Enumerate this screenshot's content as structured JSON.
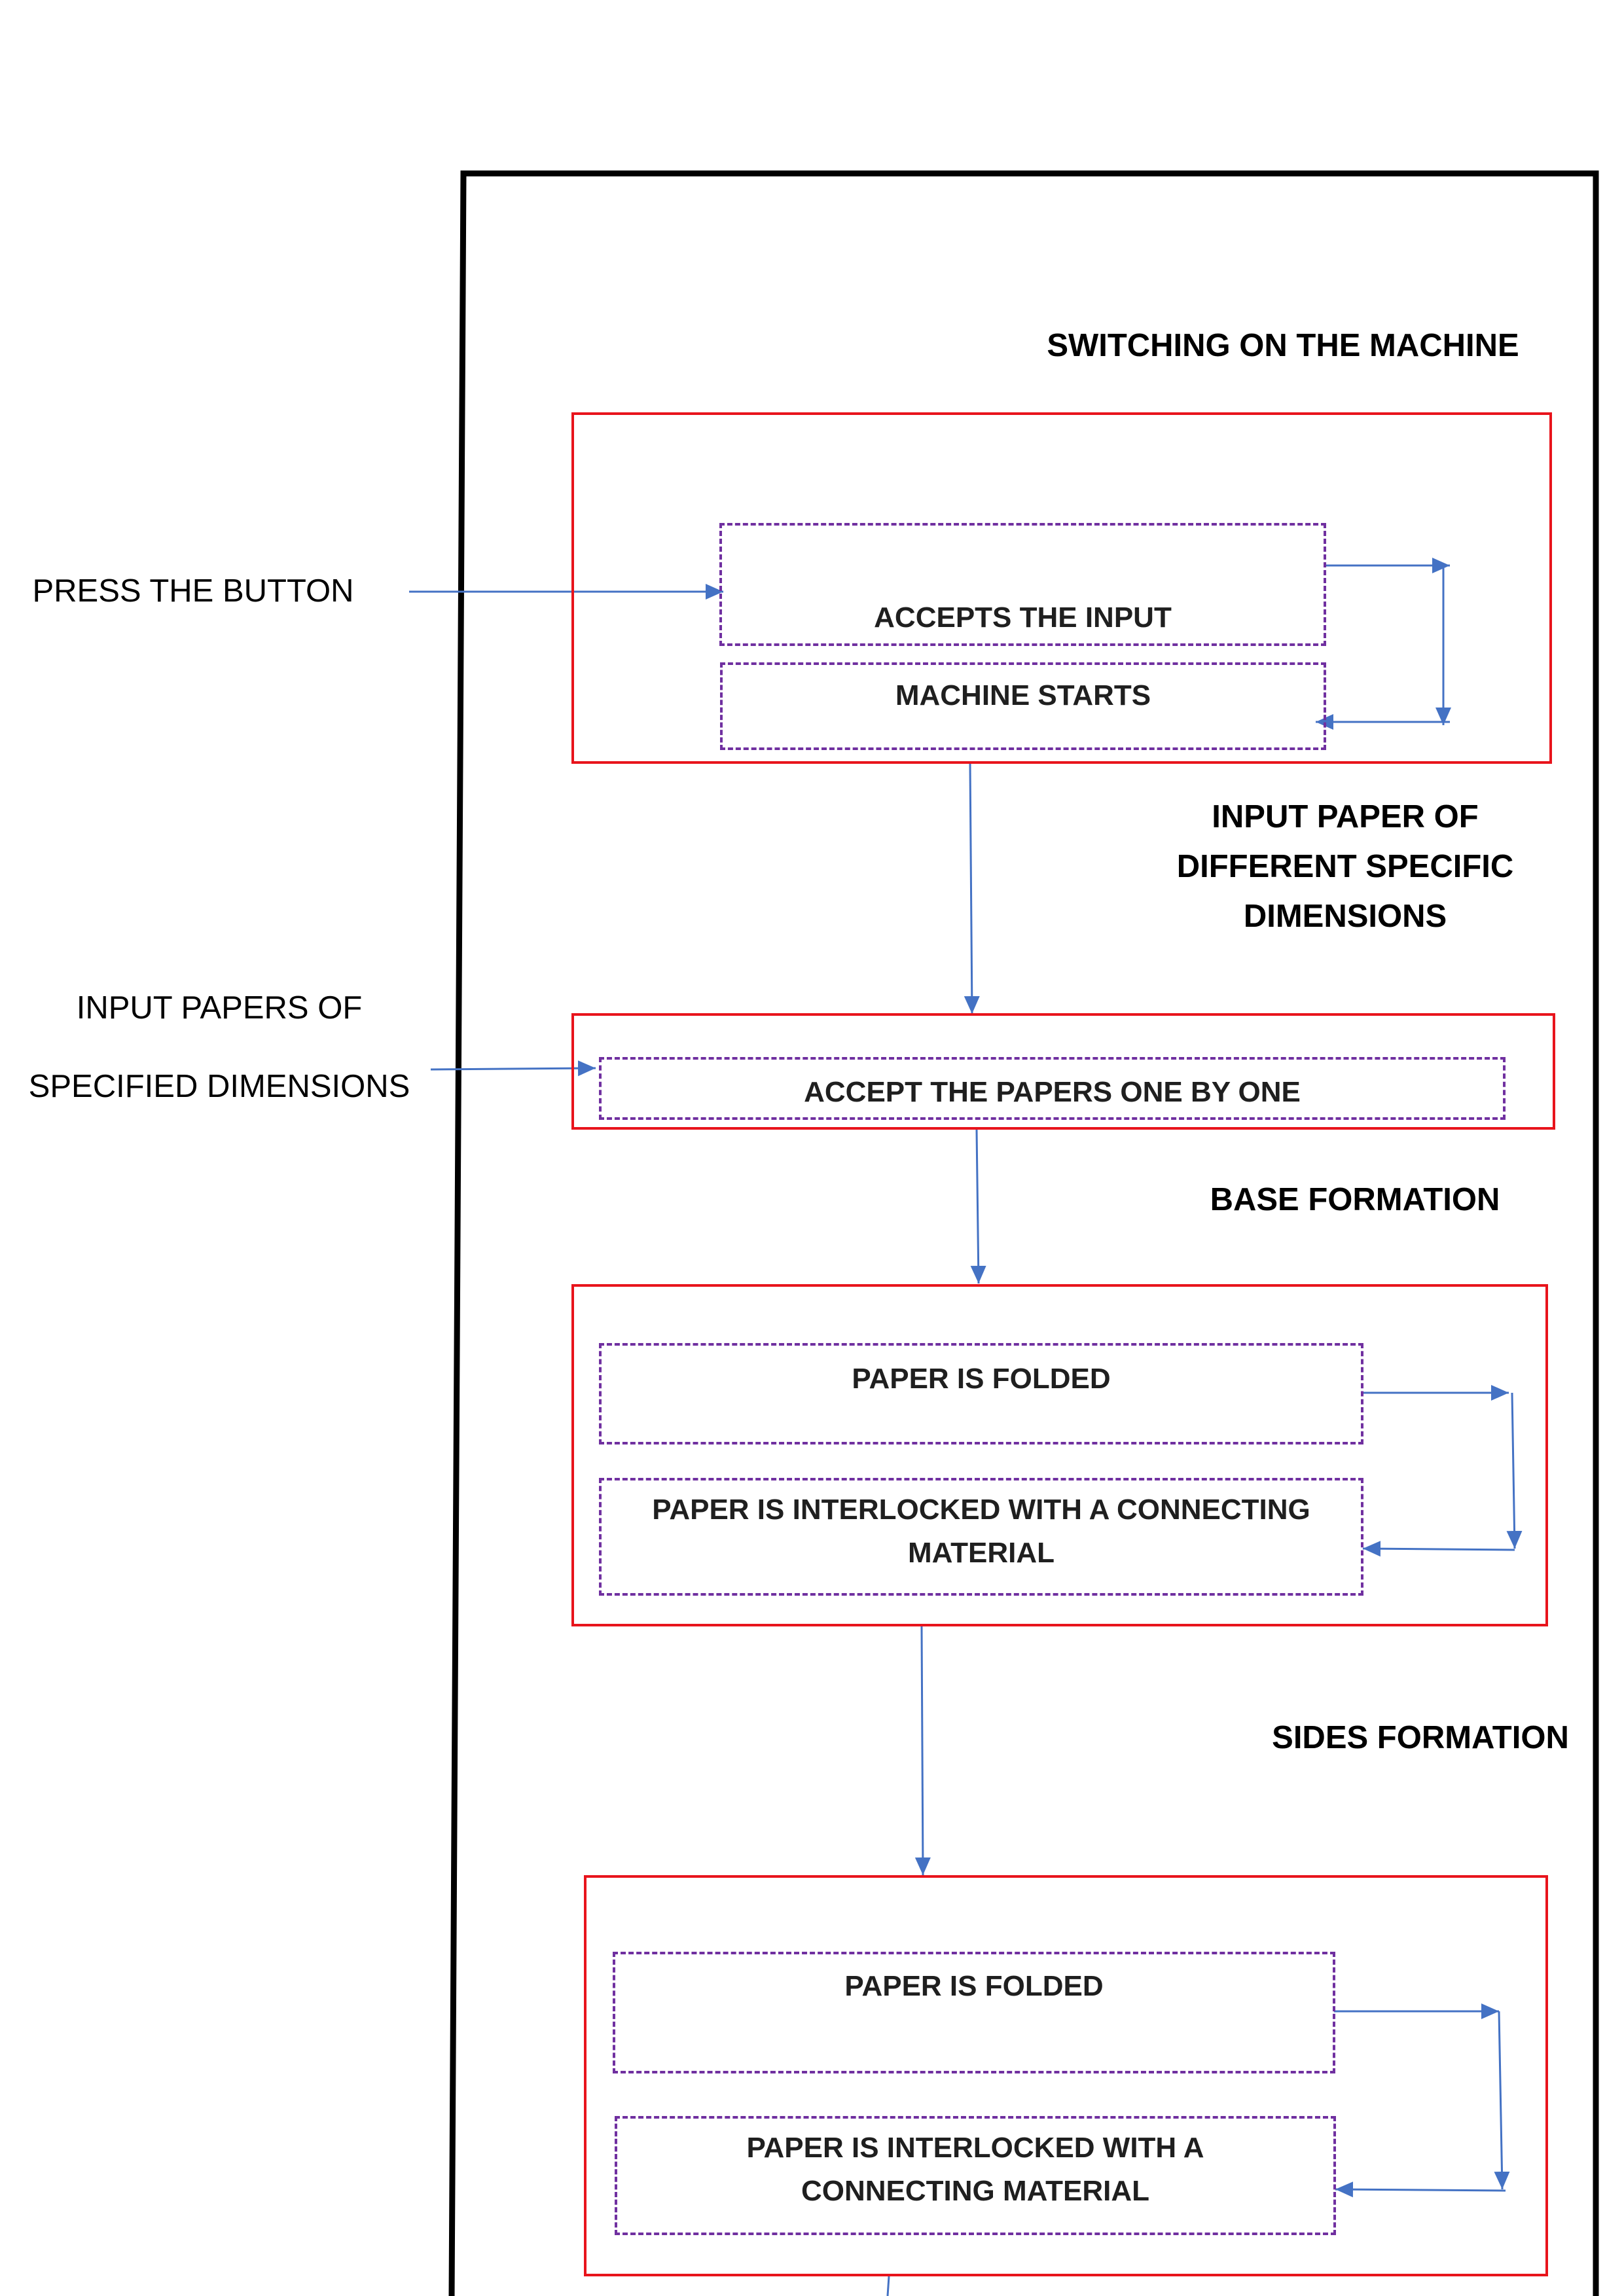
{
  "colors": {
    "frame": "#000000",
    "stage_border": "#e8141c",
    "step_border": "#7030a0",
    "connector": "#4472c4"
  },
  "stages": {
    "switch_on": {
      "heading": "SWITCHING ON THE MACHINE",
      "steps": [
        "ACCEPTS THE INPUT",
        "MACHINE STARTS"
      ],
      "external_input": "PRESS THE BUTTON"
    },
    "input_paper": {
      "heading_lines": [
        "INPUT PAPER OF",
        "DIFFERENT SPECIFIC",
        "DIMENSIONS"
      ],
      "steps": [
        "ACCEPT THE PAPERS ONE BY ONE"
      ],
      "external_input_lines": [
        "INPUT PAPERS OF",
        "SPECIFIED DIMENSIONS"
      ]
    },
    "base_formation": {
      "heading": "BASE FORMATION",
      "steps": [
        "PAPER IS FOLDED",
        "PAPER IS INTERLOCKED WITH A CONNECTING MATERIAL"
      ]
    },
    "sides_formation": {
      "heading": "SIDES FORMATION",
      "steps": [
        "PAPER IS FOLDED",
        "PAPER IS INTERLOCKED WITH A CONNECTING MATERIAL"
      ]
    }
  }
}
